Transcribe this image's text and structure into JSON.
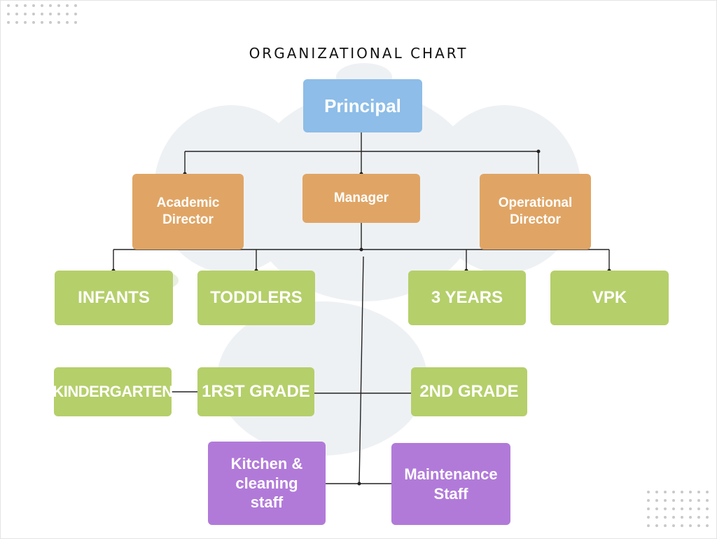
{
  "title": "ORGANIZATIONAL CHART",
  "colors": {
    "principal": "#8dbde8",
    "director": "#e0a565",
    "classroom": "#b5cf6a",
    "staff": "#b17ad9",
    "connector": "#222222"
  },
  "nodes": {
    "principal": "Principal",
    "academic_director": "Academic Director",
    "manager": "Manager",
    "operational_director": "Operational Director",
    "infants": "INFANTS",
    "toddlers": "TODDLERS",
    "three_years": "3 YEARS",
    "vpk": "VPK",
    "kindergarten": "KINDERGARTEN",
    "first_grade": "1RST GRADE",
    "second_grade": "2ND GRADE",
    "kitchen": "Kitchen & cleaning staff",
    "maintenance": "Maintenance Staff"
  }
}
